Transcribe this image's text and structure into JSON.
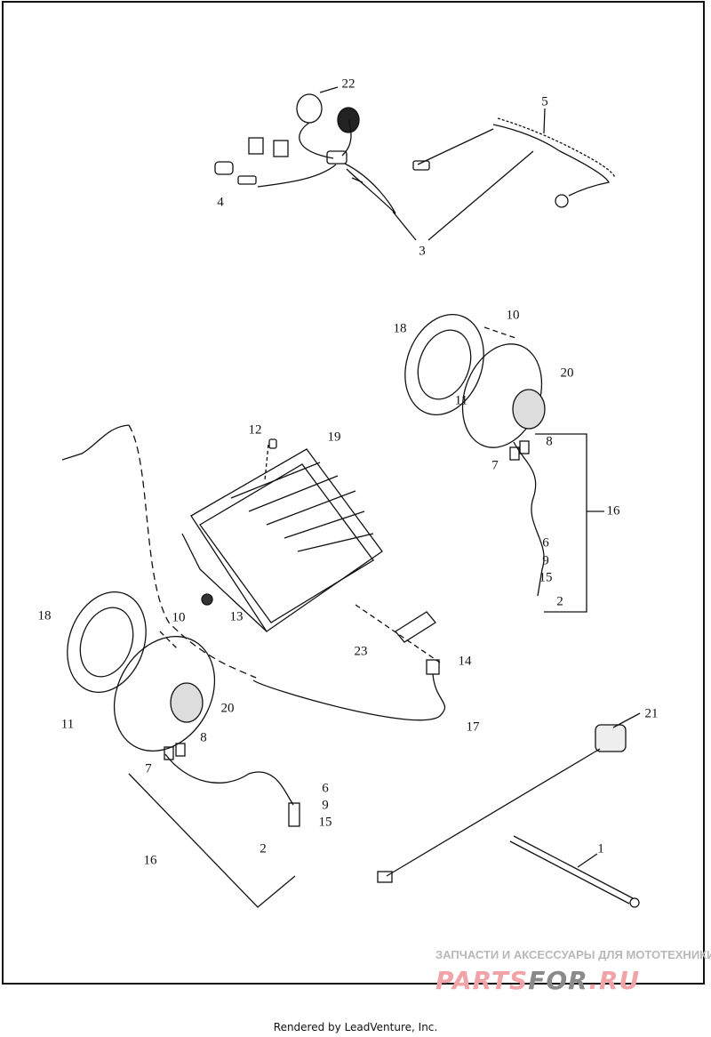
{
  "callouts": {
    "c22": "22",
    "c5": "5",
    "c4": "4",
    "c3": "3",
    "c10a": "10",
    "c18a": "18",
    "c20a": "20",
    "c11a": "11",
    "c12": "12",
    "c19": "19",
    "c8a": "8",
    "c7a": "7",
    "c16a": "16",
    "c6a": "6",
    "c9a": "9",
    "c15a": "15",
    "c2a": "2",
    "c18b": "18",
    "c10b": "10",
    "c13": "13",
    "c23": "23",
    "c14": "14",
    "c20b": "20",
    "c11b": "11",
    "c17": "17",
    "c21": "21",
    "c8b": "8",
    "c7b": "7",
    "c6b": "6",
    "c9b": "9",
    "c15b": "15",
    "c16b": "16",
    "c2b": "2",
    "c1": "1"
  },
  "watermark": {
    "tagline": "ЗАПЧАСТИ И АКСЕССУАРЫ ДЛЯ МОТОТЕХНИКИ",
    "logo_part1": "PARTS",
    "logo_part2": "FOR",
    "logo_part3": ".RU"
  },
  "footer": {
    "text": "Rendered by LeadVenture, Inc."
  }
}
